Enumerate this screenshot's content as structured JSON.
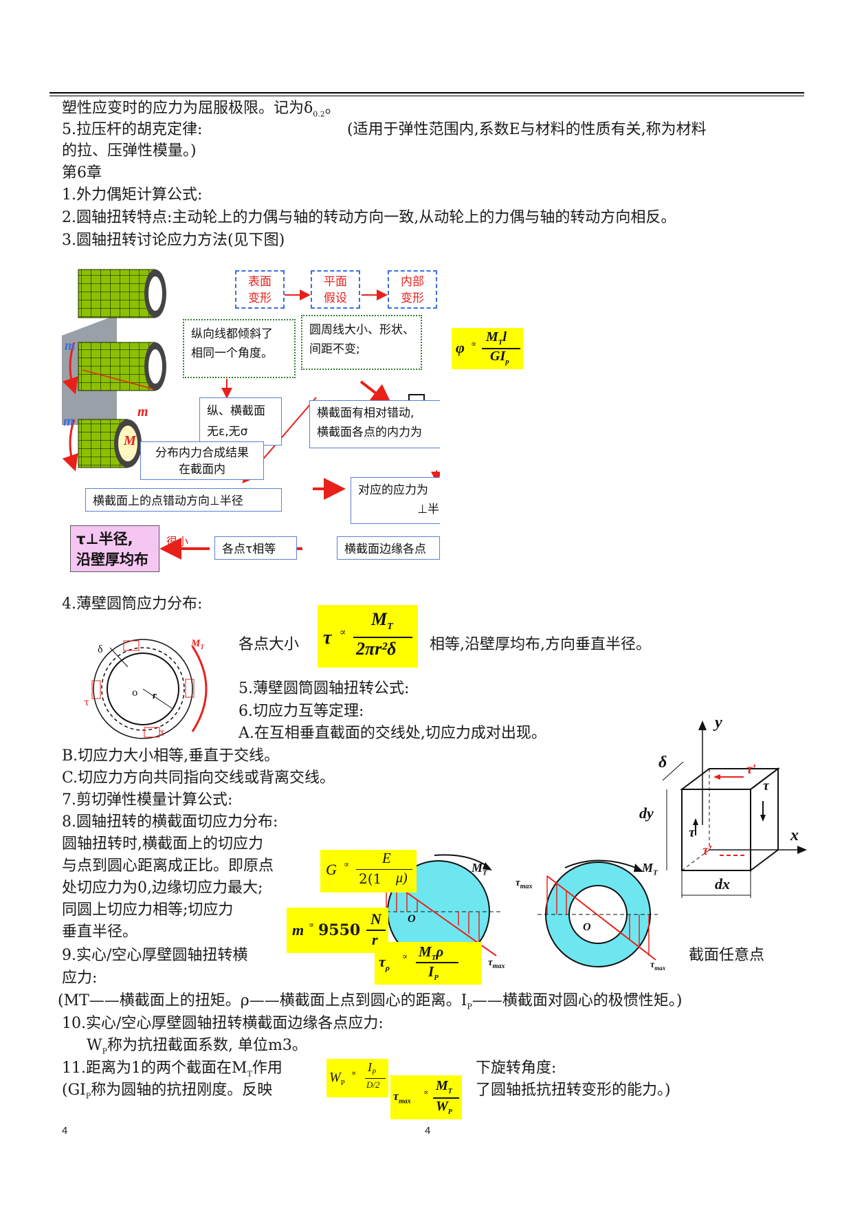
{
  "lines": {
    "l1": "塑性应变时的应力为屈服极限。记为δ",
    "l1_sub": "0.2",
    "l1_end": "。",
    "l2": "5.拉压杆的胡克定律:",
    "l2_right": "(适用于弹性范围内,系数E与材料的性质有关,称为材料",
    "l3": "的拉、压弹性模量。)",
    "l4": "第6章",
    "l5": "1.外力偶矩计算公式:",
    "l6": "2.圆轴扭转特点:主动轮上的力偶与轴的转动方向一致,从动轮上的力偶与轴的转动方向相反。",
    "l7": "3.圆轴扭转讨论应力方法(见下图)",
    "l8": "4.薄壁圆筒应力分布:",
    "l9_a": "各点大小",
    "l9_b": "相等,沿壁厚均布,方向垂直半径。",
    "l10": "5.薄壁圆筒圆轴扭转公式:",
    "l11": "6.切应力互等定理:",
    "l12": "A.在互相垂直截面的交线处,切应力成对出现。",
    "l13": "B.切应力大小相等,垂直于交线。",
    "l14": "C.切应力方向共同指向交线或背离交线。",
    "l15": "7.剪切弹性模量计算公式:",
    "l16": "8.圆轴扭转的横截面切应力分布:",
    "l17": "圆轴扭转时,横截面上的切应力",
    "l18": "与点到圆心距离成正比。即原点",
    "l19": "处切应力为0,边缘切应力最大;",
    "l20": "同圆上切应力相等;切应力",
    "l21": "垂直半径。",
    "l22": "9.实心/空心厚壁圆轴扭转横",
    "l22_right": "截面任意点",
    "l23": "应力:",
    "l24": "(MT——横截面上的扭矩。ρ——横截面上点到圆心的距离。I",
    "l24_sub": "P",
    "l24_end": "——横截面对圆心的极惯性矩。)",
    "l25": "10.实心/空心厚壁圆轴扭转横截面边缘各点应力:",
    "l26_a": "W",
    "l26_sub": "P",
    "l26_b": "称为抗扭截面系数,  单位m3。",
    "l27_a": "11.距离为1的两个截面在M",
    "l27_sub": "T",
    "l27_b": "作用",
    "l27_right": "下旋转角度:",
    "l28_a": "(GI",
    "l28_sub": "P",
    "l28_b": "称为圆轴的抗扭刚度。反映",
    "l28_right": "了圆轴抵抗扭转变形的能力。)"
  },
  "flow": {
    "b1": [
      "表面",
      "变形"
    ],
    "b2": [
      "平面",
      "假设"
    ],
    "b3": [
      "内部",
      "变形"
    ],
    "g1": [
      "纵向线都倾斜了",
      "相同一个角度。"
    ],
    "g2": [
      "圆周线大小、形状、",
      "间距不变;"
    ],
    "s1": [
      "纵、横截面",
      "无ε,无σ"
    ],
    "s2": [
      "横截面有相对错动,",
      "横截面各点的内力为"
    ],
    "s3": [
      "分布内力合成结果",
      "在截面内"
    ],
    "s4": "横截面上的点错动方向⊥半径",
    "s5": [
      "对应的应力为",
      "⊥半"
    ],
    "pink": [
      "τ⊥半径,",
      "沿壁厚均布"
    ],
    "small": "很小",
    "eq": "各点τ相等",
    "edge": "横截面边缘各点",
    "m": "m",
    "mt": "M"
  },
  "formulas": {
    "phi": "φ",
    "phi_num": "M",
    "phi_num_sub": "T",
    "phi_num_l": "l",
    "phi_den": "GI",
    "phi_den_sub": "p",
    "tau": "τ",
    "tau_num": "M",
    "tau_num_sub": "T",
    "tau_den": "2πr²δ",
    "g": "G",
    "g_num": "E",
    "g_den": "2(1",
    "g_mu": "μ)",
    "m": "m",
    "m_val": "9550",
    "m_num": "N",
    "m_den": "r",
    "taurho": "τ",
    "taurho_sub": "ρ",
    "taurho_num": "M",
    "taurho_num_sub": "T",
    "taurho_rho": "ρ",
    "taurho_den": "I",
    "taurho_den_sub": "P",
    "wp": "W",
    "wp_sub": "P",
    "wp_num": "I",
    "wp_num_sub": "P",
    "wp_den": "D/2",
    "taumax": "τ",
    "taumax_sub": "max",
    "taumax_num": "M",
    "taumax_num_sub": "T",
    "taumax_den": "W",
    "taumax_den_sub": "P",
    "approx": "∝"
  },
  "diagrams": {
    "delta": "δ",
    "mt": "M",
    "mt_sub": "T",
    "o": "o",
    "r": "r",
    "tau": "τ",
    "y": "y",
    "x": "x",
    "dy": "dy",
    "dx": "dx",
    "tau_prime": "τ′",
    "O": "O",
    "tau_max": "τ",
    "tau_max_sub": "max"
  },
  "page_numbers": [
    "4",
    "4"
  ],
  "colors": {
    "yellow": "#ffff00",
    "cyan": "#6ee6f0",
    "red": "#e8201a",
    "green": "#7ab800",
    "pink": "#f5c6f2",
    "blue": "#3a6fe0"
  }
}
